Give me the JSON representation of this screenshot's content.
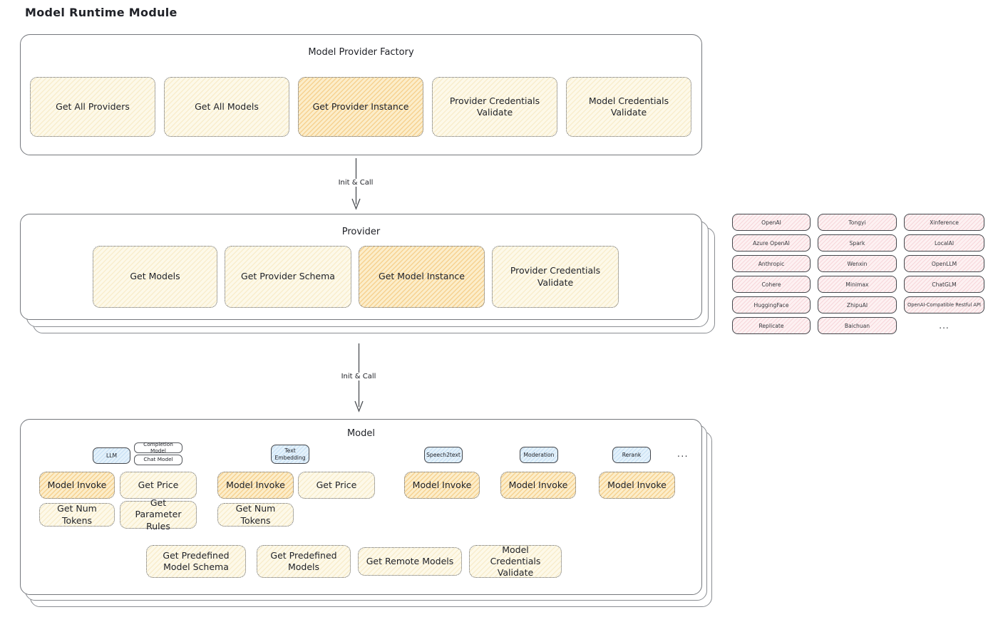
{
  "page_title": "Model Runtime Module",
  "arrows": {
    "label1": "Init & Call",
    "label2": "Init & Call"
  },
  "factory": {
    "title": "Model Provider Factory",
    "items": [
      {
        "label": "Get All Providers",
        "highlight": false
      },
      {
        "label": "Get All Models",
        "highlight": false
      },
      {
        "label": "Get Provider Instance",
        "highlight": true
      },
      {
        "label": "Provider Credentials Validate",
        "highlight": false
      },
      {
        "label": "Model Credentials Validate",
        "highlight": false
      }
    ]
  },
  "provider": {
    "title": "Provider",
    "items": [
      {
        "label": "Get Models",
        "highlight": false
      },
      {
        "label": "Get Provider Schema",
        "highlight": false
      },
      {
        "label": "Get Model Instance",
        "highlight": true
      },
      {
        "label": "Provider Credentials Validate",
        "highlight": false
      }
    ]
  },
  "providers": [
    "OpenAI",
    "Tongyi",
    "Xinference",
    "Azure OpenAI",
    "Spark",
    "LocalAI",
    "Anthropic",
    "Wenxin",
    "OpenLLM",
    "Cohere",
    "Minimax",
    "ChatGLM",
    "HuggingFace",
    "ZhipuAI",
    "OpenAI-Compatible Restful API",
    "Replicate",
    "Baichuan",
    "..."
  ],
  "model": {
    "title": "Model",
    "types": {
      "llm": "LLM",
      "completion": "Completion Model",
      "chat": "Chat Model",
      "text_embedding": "Text Embedding",
      "speech2text": "Speech2text",
      "moderation": "Moderation",
      "rerank": "Rerank",
      "more": "..."
    },
    "functions": {
      "model_invoke": "Model Invoke",
      "get_price": "Get Price",
      "get_num_tokens": "Get Num Tokens",
      "get_parameter_rules": "Get Parameter Rules",
      "get_predefined_model_schema": "Get Predefined Model Schema",
      "get_predefined_models": "Get Predefined Models",
      "get_remote_models": "Get Remote Models",
      "model_credentials_validate": "Model Credentials Validate"
    }
  },
  "colors": {
    "box_yellow": "#fdf9e9",
    "box_orange_highlight": "#fcecc9",
    "chip_pink": "#fdf1f2",
    "badge_blue": "#e3f1fb",
    "border_dark": "#44474c",
    "panel_border": "#74777c",
    "text": "#202228"
  }
}
